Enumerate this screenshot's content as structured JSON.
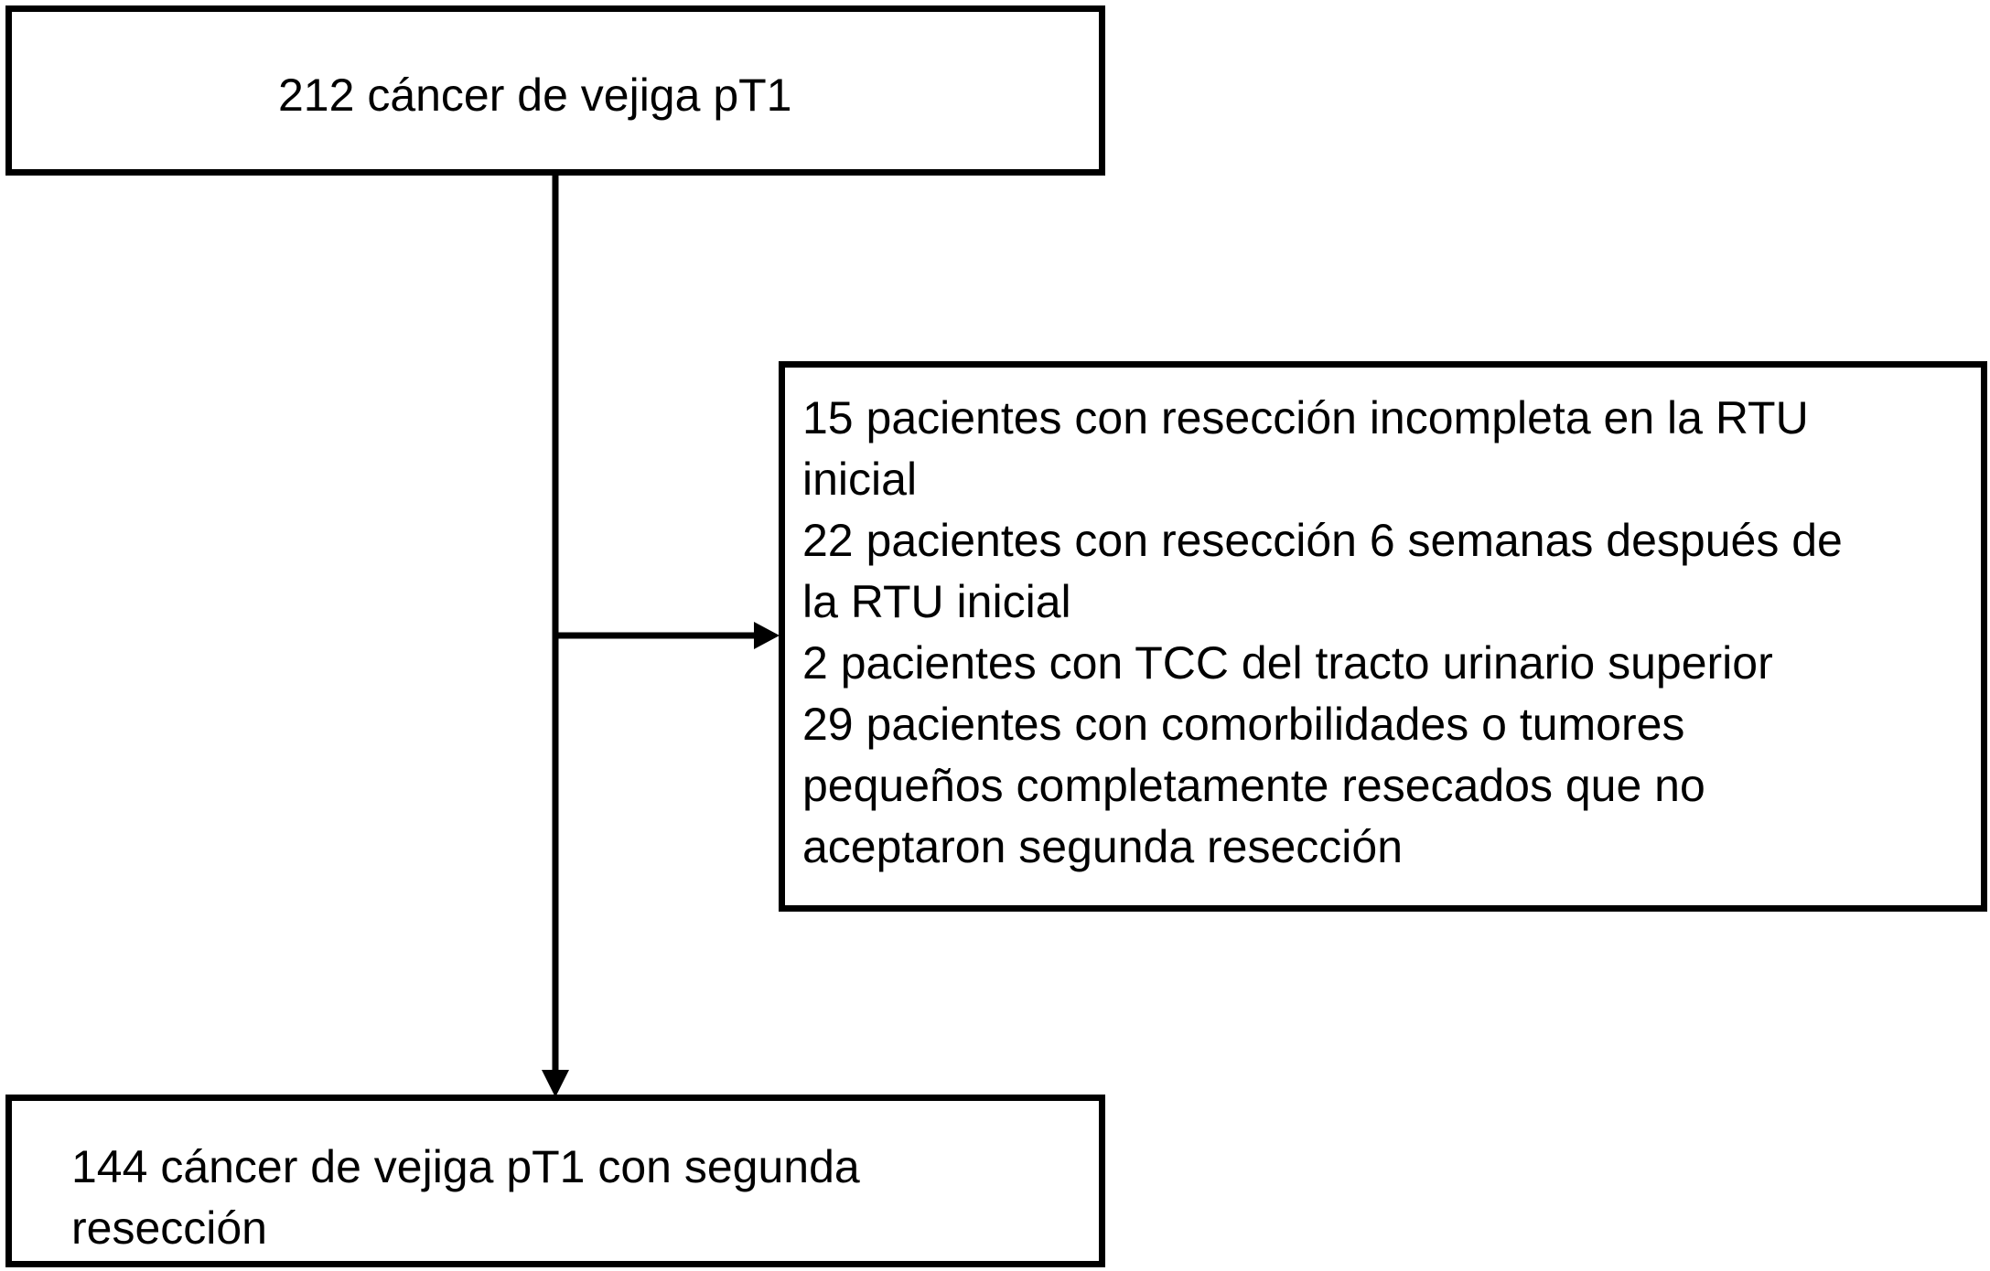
{
  "boxes": {
    "top": {
      "text": "212 cáncer de vejiga pT1"
    },
    "excluded": {
      "lines": [
        "15 pacientes con resección incompleta en la RTU",
        "inicial",
        "22 pacientes con resección 6 semanas después de",
        "la RTU inicial",
        "2 pacientes con TCC del tracto urinario superior",
        "29 pacientes con comorbilidades o tumores",
        "pequeños completamente resecados que no",
        "aceptaron segunda resección"
      ]
    },
    "bottom": {
      "lines": [
        "144 cáncer de vejiga pT1 con segunda",
        "resección"
      ]
    }
  },
  "colors": {
    "stroke": "#000000",
    "background": "#ffffff"
  }
}
